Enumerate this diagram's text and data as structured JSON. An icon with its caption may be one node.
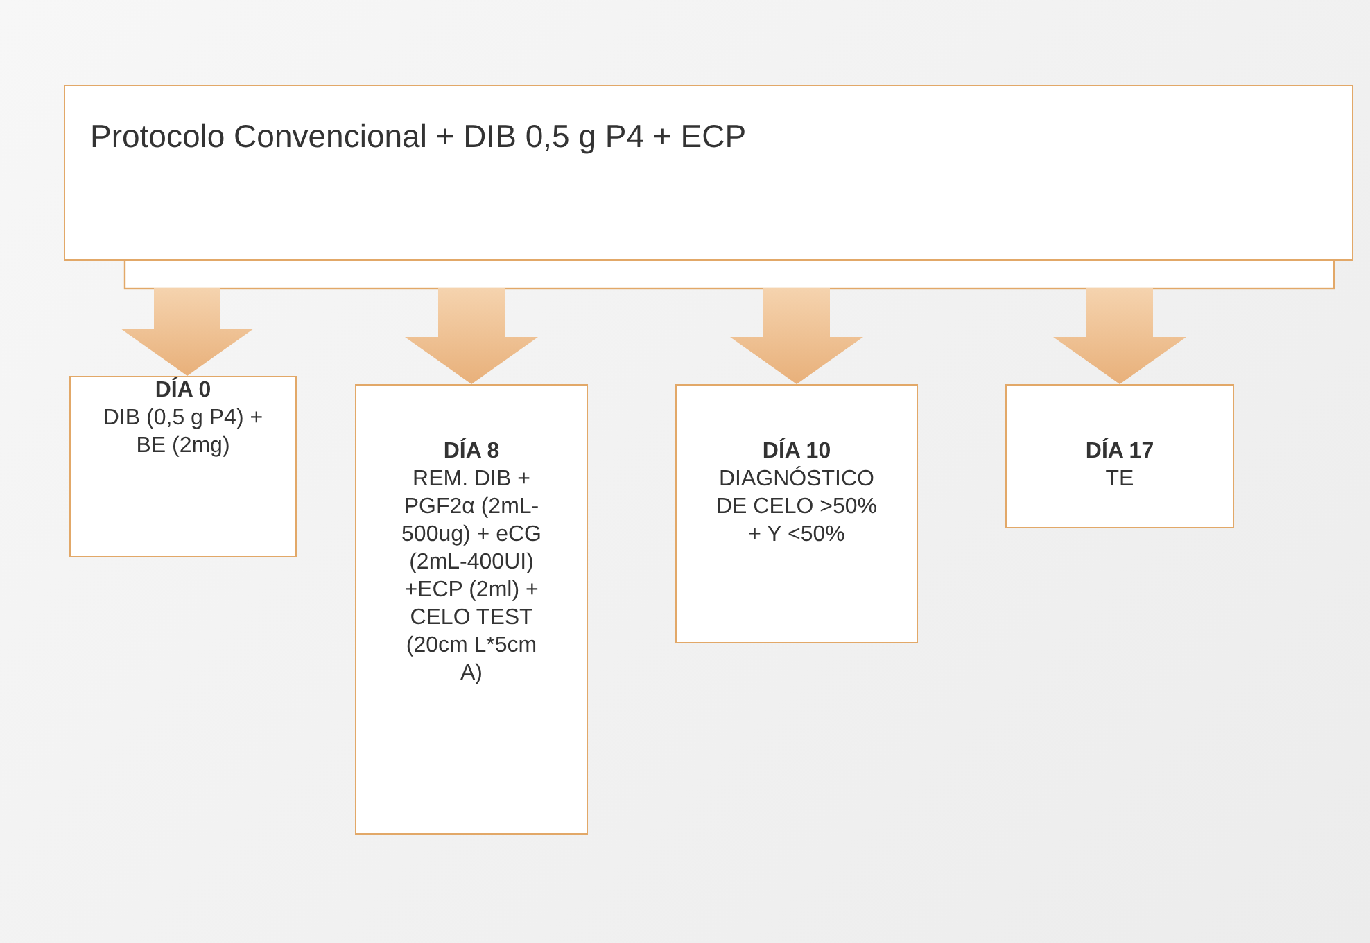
{
  "diagram": {
    "nodes": [
      {
        "text": [
          "Protocolo Convencional + DIB 0,5 g P4 + ECP"
        ]
      },
      {
        "text": [
          "DÍA 0",
          "DIB (0,5 g P4) + BE (2mg)"
        ]
      },
      {
        "text": [
          "DÍA 8",
          "REM. DIB + PGF2α (2mL-500ug) + eCG (2mL-400UI) +ECP (2ml) + CELO TEST (20cm L*5cm A)"
        ]
      },
      {
        "text": [
          "DÍA 10",
          "DIAGNÓSTICO DE CELO >50% + Y <50%"
        ]
      },
      {
        "text": [
          "DÍA 17",
          "TE"
        ]
      }
    ],
    "edges": [
      {
        "from": 0,
        "to": 1,
        "arrow": "to"
      },
      {
        "from": 0,
        "to": 2,
        "arrow": "to"
      },
      {
        "from": 0,
        "to": 3,
        "arrow": "to"
      },
      {
        "from": 0,
        "to": 4,
        "arrow": "to"
      }
    ]
  }
}
